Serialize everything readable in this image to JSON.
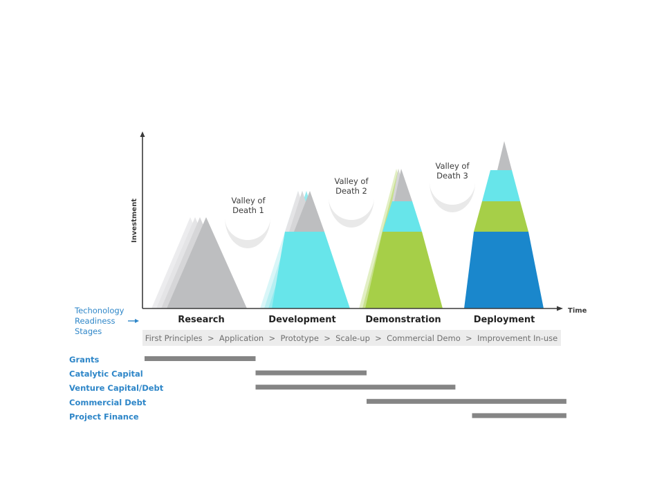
{
  "axes": {
    "y_label": "Investment",
    "x_label": "Time"
  },
  "stages": [
    "Research",
    "Development",
    "Demonstration",
    "Deployment"
  ],
  "valleys": [
    {
      "line1": "Valley of",
      "line2": "Death 1"
    },
    {
      "line1": "Valley of",
      "line2": "Death 2"
    },
    {
      "line1": "Valley of",
      "line2": "Death 3"
    }
  ],
  "trl": {
    "lines": [
      "Techonology",
      "Readiness",
      "Stages"
    ]
  },
  "steps": "First Principles  >  Application  >  Prototype  >  Scale-up  >  Commercial Demo  >  Improvement In-use",
  "colors": {
    "gray": "#bdbec0",
    "gray_light": "#dcdcde",
    "cyan": "#67e5ea",
    "green": "#a6cf48",
    "blue": "#1a87cc",
    "bar": "#858585",
    "accent": "#2e86c8"
  },
  "funding": [
    {
      "label": "Grants",
      "start_stage": 0.0,
      "end_stage": 1.0
    },
    {
      "label": "Catalytic Capital",
      "start_stage": 1.0,
      "end_stage": 2.0
    },
    {
      "label": "Venture Capital/Debt",
      "start_stage": 1.0,
      "end_stage": 2.8
    },
    {
      "label": "Commercial Debt",
      "start_stage": 2.0,
      "end_stage": 3.8
    },
    {
      "label": "Project Finance",
      "start_stage": 2.95,
      "end_stage": 3.8
    }
  ]
}
